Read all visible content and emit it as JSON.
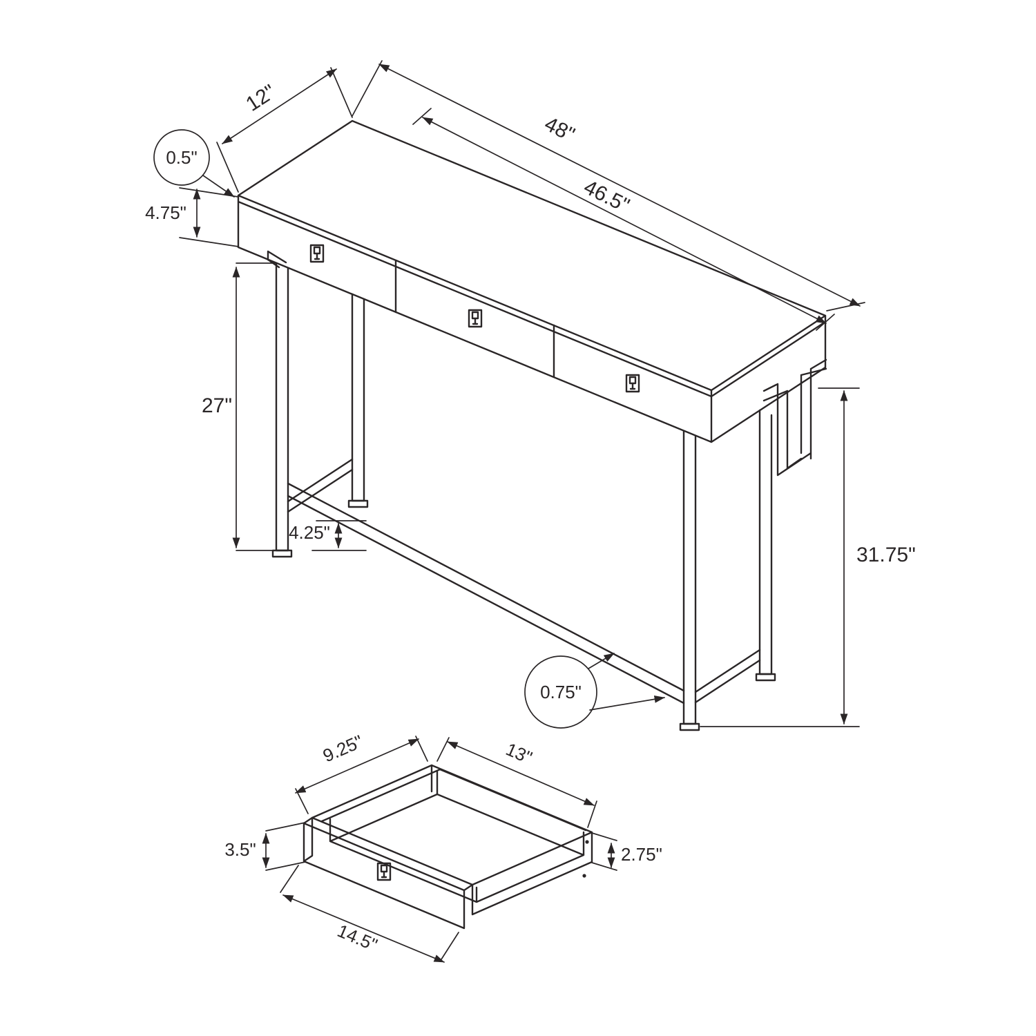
{
  "diagram": {
    "type": "furniture-dimension-diagram",
    "subject": "3-drawer console accent table with metal frame, plus single drawer detail",
    "background": "#ffffff",
    "line_color": "#2a2627",
    "table_dimensions": {
      "depth": "12\"",
      "length": "48\"",
      "top_inner_length": "46.5\"",
      "top_thickness": "0.5\"",
      "drawer_front_height": "4.75\"",
      "leg_height": "27\"",
      "stretcher_clearance": "4.25\"",
      "overall_height": "31.75\"",
      "frame_tube_thickness": "0.75\""
    },
    "drawer_dimensions": {
      "inner_depth": "9.25\"",
      "inner_width": "13\"",
      "front_height": "3.5\"",
      "side_height": "2.75\"",
      "front_width": "14.5\""
    }
  }
}
